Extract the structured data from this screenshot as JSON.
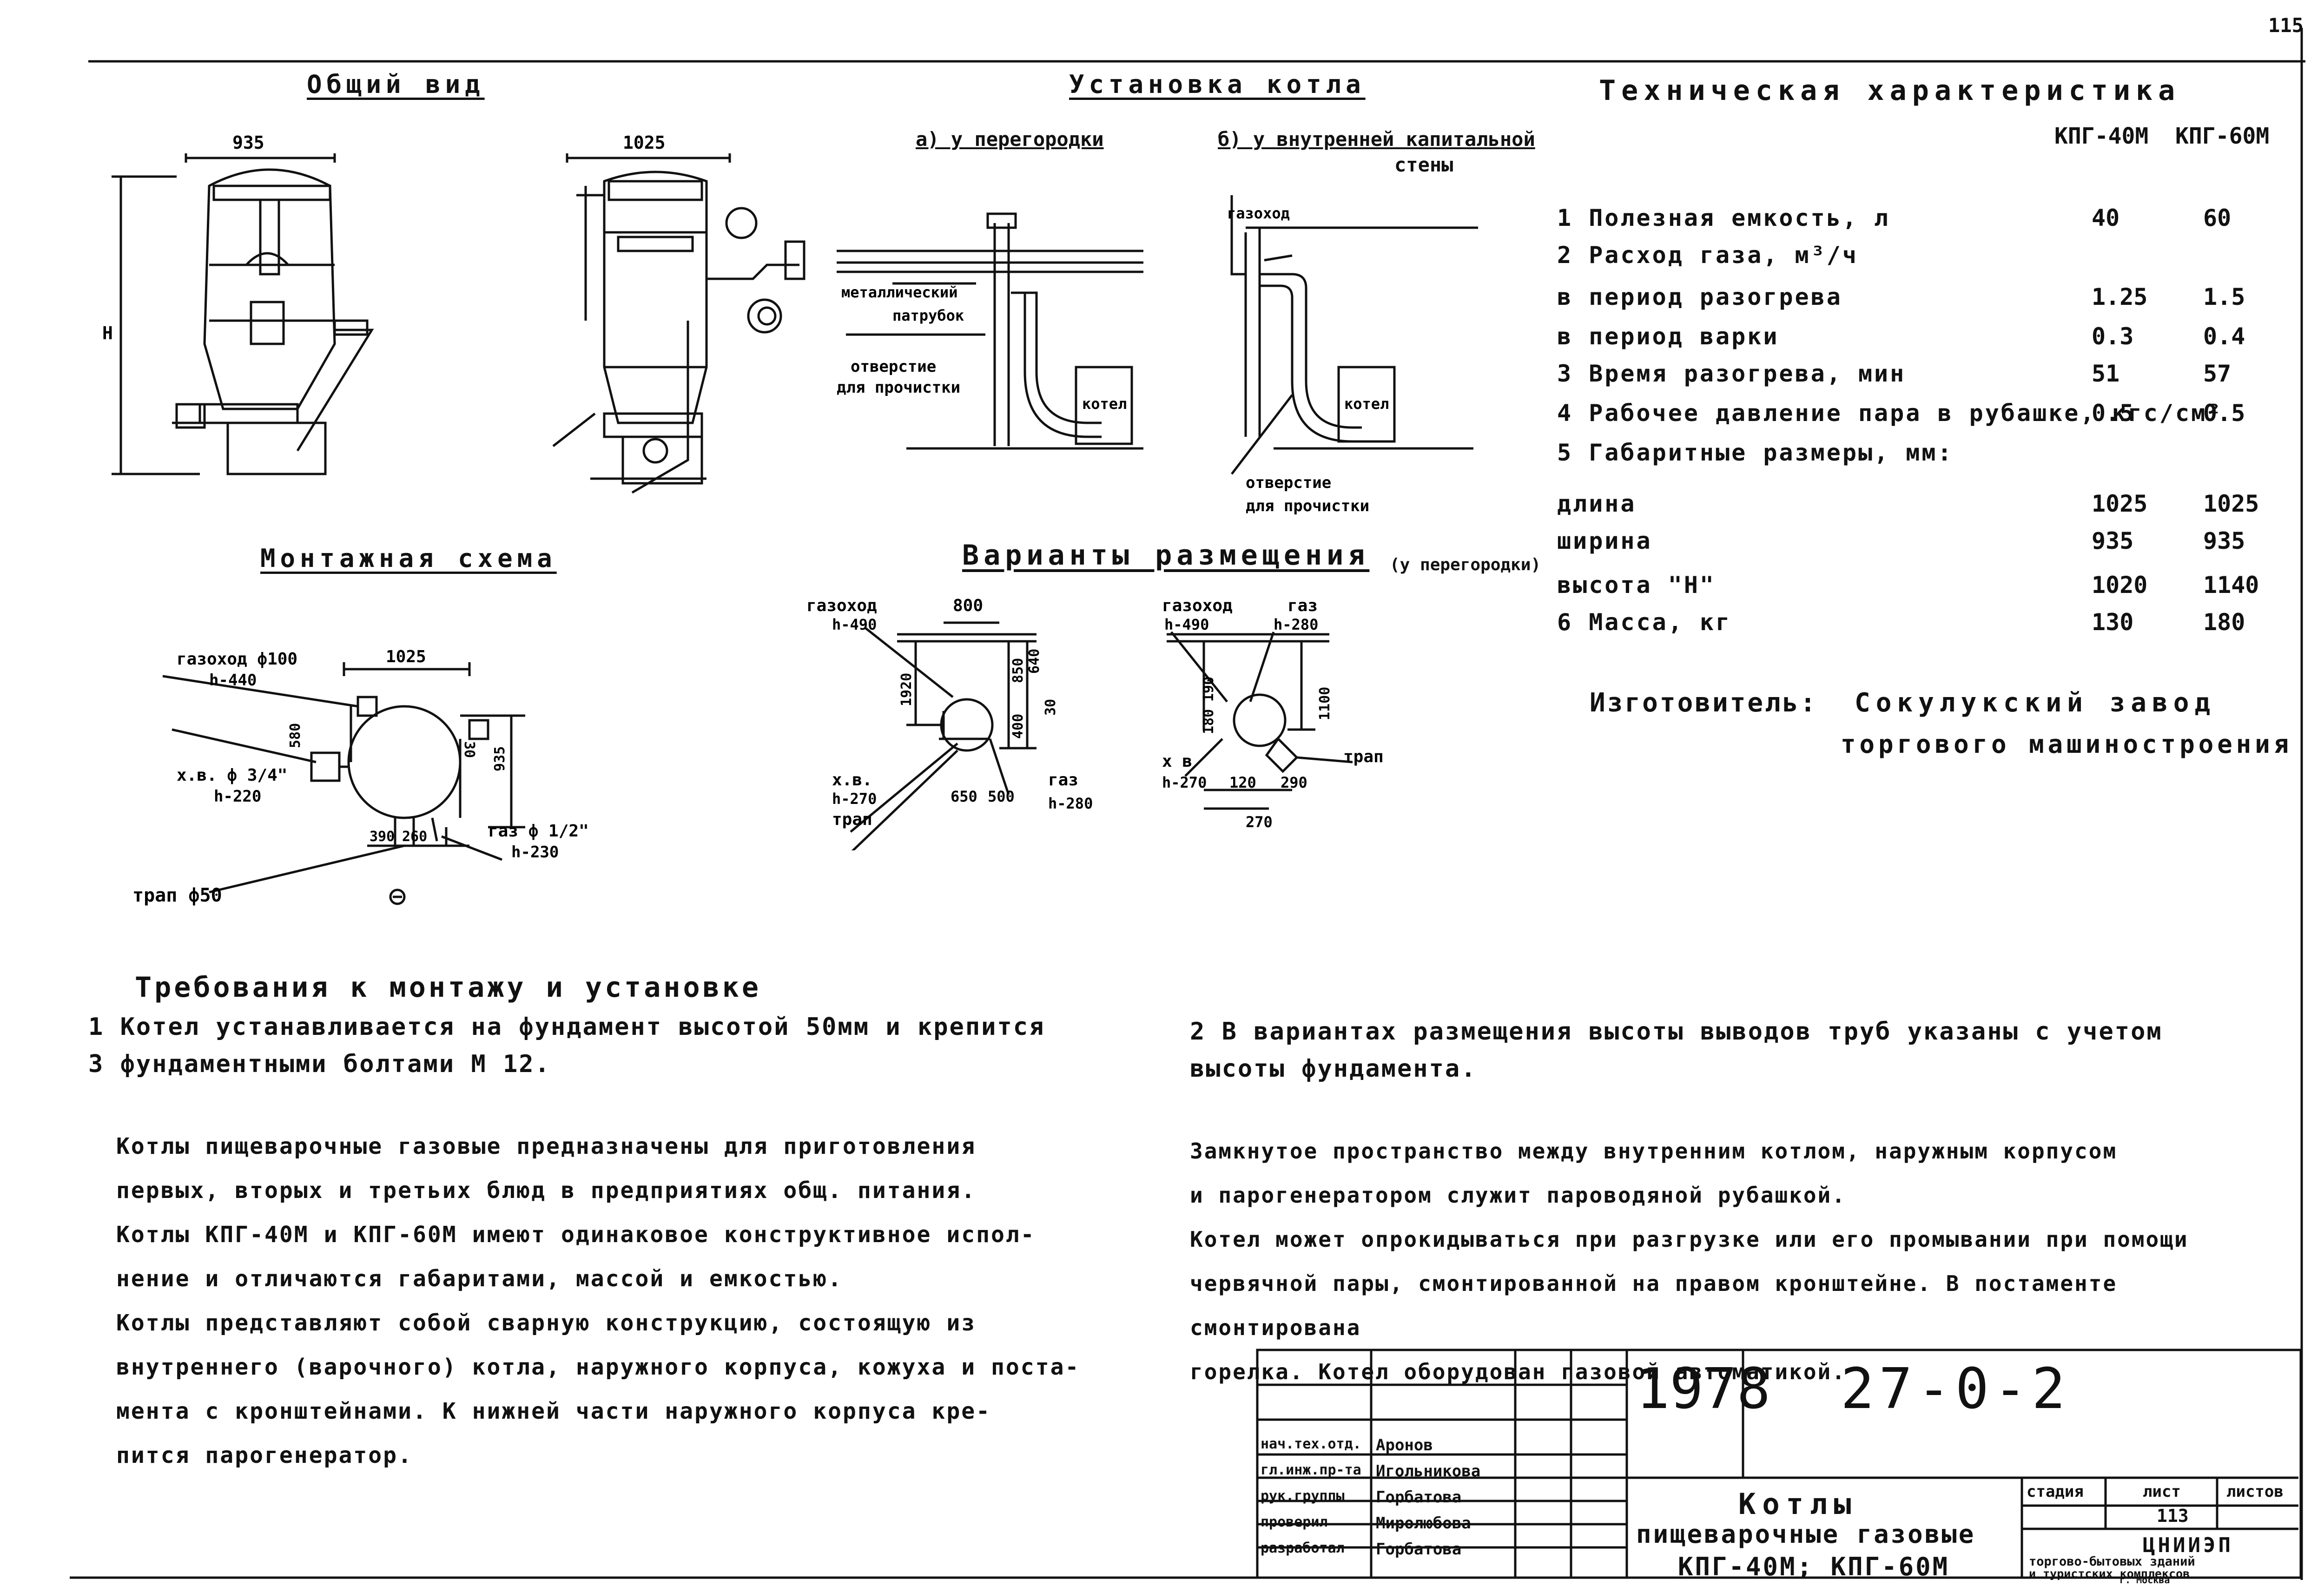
{
  "sheet_corner_number": "115",
  "sections": {
    "general_view": "Общий вид",
    "installation": "Установка котла",
    "installation_a": "а) у перегородки",
    "installation_b_1": "б) у внутренней капитальной",
    "installation_b_2": "стены",
    "mounting_scheme": "Монтажная схема",
    "placement_variants": "Варианты размещения",
    "placement_note": "(у перегородки)"
  },
  "general_view_dims": {
    "width_left": "935",
    "width_right": "1025",
    "height": "H"
  },
  "installation_labels": {
    "metal_pipe_1": "металлический",
    "metal_pipe_2": "патрубок",
    "cleaning_hole_1": "отверстие",
    "cleaning_hole_2": "для прочистки",
    "boiler": "котел",
    "flue": "газоход",
    "cleaning_hole_b_1": "отверстие",
    "cleaning_hole_b_2": "для прочистки"
  },
  "mounting_labels": {
    "flue": "газоход ф100",
    "flue_h": "h-440",
    "width": "1025",
    "cold_water": "х.в. ф 3/4\"",
    "cold_water_h": "h-220",
    "drain": "трап ф50",
    "gas": "газ ф 1/2\"",
    "gas_h": "h-230",
    "d580": "580",
    "d30": "30",
    "d935": "935",
    "d390": "390",
    "d260": "260"
  },
  "placement_left": {
    "flue": "газоход",
    "flue_h": "h-490",
    "d800": "800",
    "d1920": "1920",
    "d850": "850",
    "d640": "640",
    "d30": "30",
    "d400": "400",
    "cold_water": "х.в.",
    "cold_water_h": "h-270",
    "drain": "трап",
    "d650": "650",
    "d500": "500",
    "gas": "газ",
    "gas_h": "h-280"
  },
  "placement_right": {
    "flue": "газоход",
    "flue_h": "h-490",
    "gas": "газ",
    "gas_h": "h-280",
    "d190": "190",
    "d180": "180",
    "d1100": "1100",
    "drain": "трап",
    "cold_water": "х в",
    "cold_water_h": "h-270",
    "d120": "120",
    "d290": "290",
    "d270": "270"
  },
  "tech": {
    "title": "Техническая характеристика",
    "col1": "КПГ-40М",
    "col2": "КПГ-60М",
    "rows": [
      {
        "label": "1  Полезная емкость, л",
        "v1": "40",
        "v2": "60"
      },
      {
        "label": "2  Расход газа, м³/ч",
        "v1": "",
        "v2": ""
      },
      {
        "label": "     в период разогрева",
        "v1": "1.25",
        "v2": "1.5"
      },
      {
        "label": "     в период варки",
        "v1": "0.3",
        "v2": "0.4"
      },
      {
        "label": "3  Время разогрева, мин",
        "v1": "51",
        "v2": "57"
      },
      {
        "label": "4  Рабочее давление пара в рубашке, кгс/см²",
        "v1": "0.5",
        "v2": "0.5"
      },
      {
        "label": "5  Габаритные размеры, мм:",
        "v1": "",
        "v2": ""
      },
      {
        "label": "       длина",
        "v1": "1025",
        "v2": "1025"
      },
      {
        "label": "       ширина",
        "v1": "935",
        "v2": "935"
      },
      {
        "label": "       высота \"Н\"",
        "v1": "1020",
        "v2": "1140"
      },
      {
        "label": "6  Масса, кг",
        "v1": "130",
        "v2": "180"
      }
    ],
    "manufacturer_label": "Изготовитель:",
    "manufacturer_1": "Сокулукский завод",
    "manufacturer_2": "торгового машиностроения"
  },
  "requirements": {
    "title": "Требования к монтажу и установке",
    "item1": "1 Котел устанавливается на фундамент высотой 50мм и крепится\n   3 фундаментными болтами  М 12.",
    "item2": "2 В вариантах размещения высоты выводов труб указаны с учетом\n   высоты фундамента."
  },
  "description_left": "Котлы пищеварочные газовые предназначены для приготовления\nпервых, вторых и третьих блюд в предприятиях общ. питания.\nКотлы КПГ-40М и КПГ-60М имеют одинаковое конструктивное испол-\nнение и отличаются габаритами, массой и емкостью.\nКотлы представляют собой сварную конструкцию, состоящую из\nвнутреннего (варочного) котла, наружного корпуса, кожуха и поста-\nмента с кронштейнами. К нижней части наружного корпуса кре-\nпится парогенератор.",
  "description_right": "Замкнутое пространство между внутренним котлом, наружным корпусом\nи парогенератором служит пароводяной рубашкой.\nКотел может опрокидываться при разгрузке или его промывании при помощи\nчервячной пары, смонтированной на правом кронштейне. В постаменте смонтирована\nгорелка. Котел оборудован газовой автоматикой.",
  "stamp": {
    "year": "1978",
    "code": "27-0-2",
    "title_1": "Котлы",
    "title_2": "пищеварочные газовые",
    "title_3": "КПГ-40М;  КПГ-60М",
    "stage_label": "стадия",
    "sheet_label": "лист",
    "sheets_label": "листов",
    "sheet_no": "113",
    "org_1": "ЦНИИЭП",
    "org_2": "торгово-бытовых зданий",
    "org_3": "и туристских комплексов",
    "org_4": "г. Москва",
    "people": [
      {
        "role": "нач.тех.отд.",
        "name": "Аронов"
      },
      {
        "role": "гл.инж.пр-та",
        "name": "Игольникова"
      },
      {
        "role": "рук.группы",
        "name": "Горбатова"
      },
      {
        "role": "проверил",
        "name": "Миролюбова"
      },
      {
        "role": "разработал",
        "name": "Горбатова"
      }
    ]
  }
}
